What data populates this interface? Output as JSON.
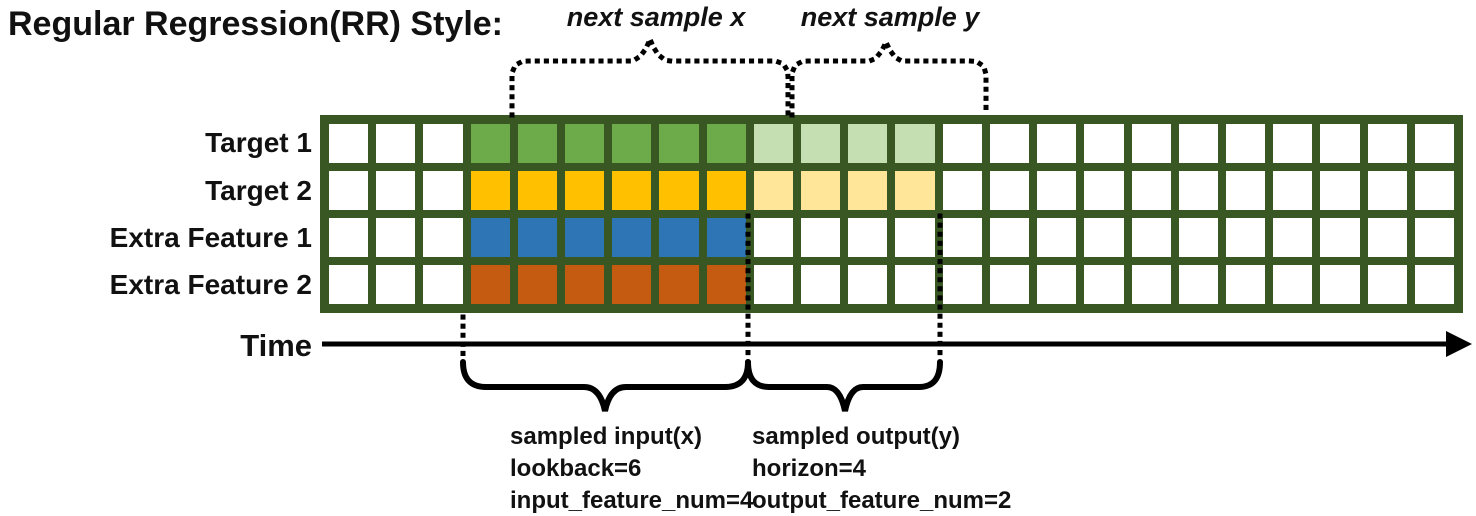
{
  "title": "Regular Regression(RR) Style:",
  "annotations": {
    "next_sample_x": "next sample x",
    "next_sample_y": "next sample y"
  },
  "time_axis": {
    "label": "Time"
  },
  "grid": {
    "total_cols": 24,
    "lookback_start_col": 3,
    "lookback_cols": 6,
    "horizon_cols": 4,
    "border_color": "#385723",
    "rows": [
      {
        "label": "Target 1",
        "color": "#6CAA4A",
        "light_color": "#C5DFB3",
        "has_horizon": true
      },
      {
        "label": "Target 2",
        "color": "#FFC000",
        "light_color": "#FFE699",
        "has_horizon": true
      },
      {
        "label": "Extra Feature 1",
        "color": "#2E75B6",
        "light_color": null,
        "has_horizon": false
      },
      {
        "label": "Extra Feature 2",
        "color": "#C55A11",
        "light_color": null,
        "has_horizon": false
      }
    ]
  },
  "sample_annotations": {
    "input": {
      "lines": [
        "sampled input(x)",
        "lookback=6",
        "input_feature_num=4"
      ]
    },
    "output": {
      "lines": [
        "sampled output(y)",
        "horizon=4",
        "output_feature_num=2"
      ]
    }
  },
  "colors": {
    "grid_border": "#385723",
    "brace_black": "#000000"
  }
}
